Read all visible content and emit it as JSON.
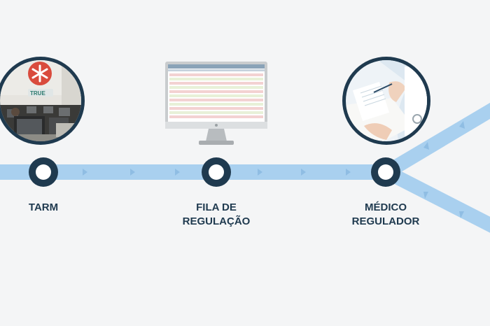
{
  "colors": {
    "background": "#f4f5f6",
    "track": "#a9d0ef",
    "track_arrow": "#8fbde3",
    "node_ring": "#1f3a4f",
    "node_center": "#ffffff",
    "label": "#1f3a4f"
  },
  "steps": [
    {
      "label_line1": "TARM",
      "label_line2": "",
      "image": "call-center-photo"
    },
    {
      "label_line1": "FILA DE",
      "label_line2": "REGULAÇÃO",
      "image": "monitor-screen"
    },
    {
      "label_line1": "MÉDICO",
      "label_line2": "REGULADOR",
      "image": "doctor-photo"
    }
  ],
  "photo_texts": {
    "call_center_sign": "TRUE"
  }
}
